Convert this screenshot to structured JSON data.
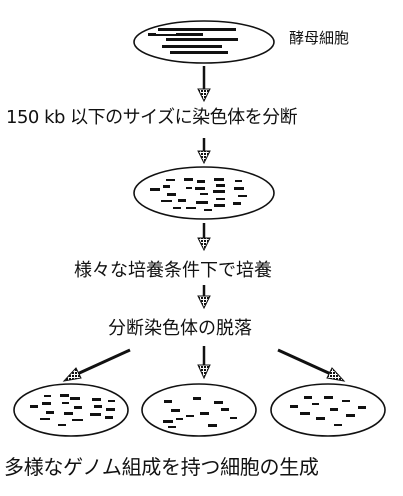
{
  "labels": {
    "yeast_cell": "酵母細胞",
    "step_fragmentation": "150 kb 以下のサイズに染色体を分断",
    "step_culture": "様々な培養条件下で培養",
    "step_loss": "分断染色体の脱落",
    "result": "多様なゲノム組成を持つ細胞の生成"
  },
  "colors": {
    "ink": "#111111",
    "background": "#ffffff"
  }
}
